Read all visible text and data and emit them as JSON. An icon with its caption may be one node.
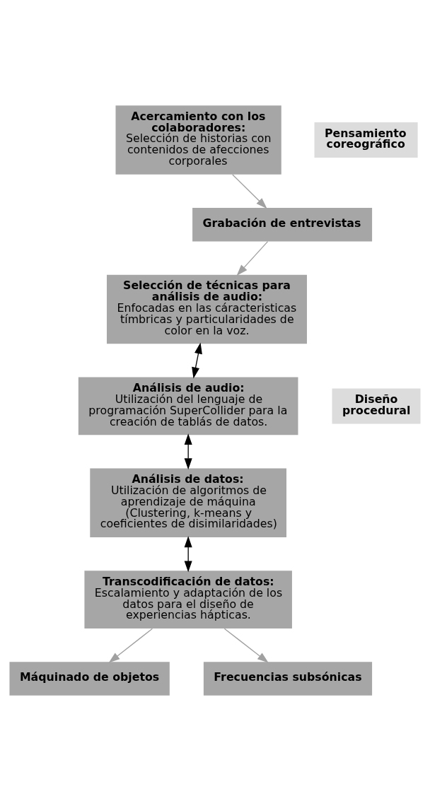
{
  "diagram": {
    "nodes": [
      {
        "text": [
          "Acercamiento con los colaboradores:",
          "Selección de historias con contenidos de afecciones corporales"
        ]
      },
      {
        "text": [
          "Grabación de entrevistas"
        ]
      },
      {
        "text": [
          "Selección de técnicas para análisis de audio:",
          "Enfocadas en las cáracteristicas tímbricas y particularidades de color en la voz."
        ]
      },
      {
        "text": [
          "Análisis de audio:",
          "Utilización del lenguaje de programación SuperCollider para la creación de tablás de datos."
        ]
      },
      {
        "text": [
          "Análisis de datos:",
          "Utilización de algoritmos de aprendizaje de máquina (Clustering, k-means y coeficientes de disimilaridades)"
        ]
      },
      {
        "text": [
          "Transcodificación de datos:",
          "Escalamiento y adaptación de los datos para el diseño de experiencias hápticas."
        ]
      },
      {
        "text": [
          "Máquinado de objetos"
        ]
      },
      {
        "text": [
          "Frecuencias subsónicas"
        ]
      },
      {
        "text": [
          "Pensamiento coreográfico"
        ]
      },
      {
        "text": [
          "Diseño procedural"
        ]
      }
    ],
    "edges": [
      {
        "from": 0,
        "to": 1,
        "arrow": "to"
      },
      {
        "from": 1,
        "to": 2,
        "arrow": "to"
      },
      {
        "from": 2,
        "to": 3,
        "arrow": "both",
        "color": "#000000"
      },
      {
        "from": 3,
        "to": 4,
        "arrow": "both",
        "color": "#000000"
      },
      {
        "from": 4,
        "to": 5,
        "arrow": "both",
        "color": "#000000"
      },
      {
        "from": 5,
        "to": 6,
        "arrow": "to"
      },
      {
        "from": 5,
        "to": 7,
        "arrow": "to"
      }
    ]
  }
}
